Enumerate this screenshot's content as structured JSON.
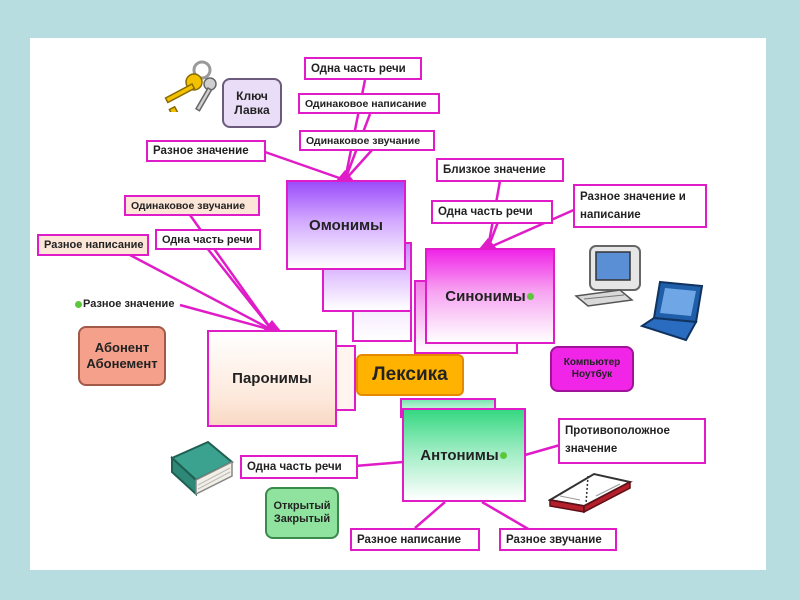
{
  "center": {
    "label": "Лексика"
  },
  "homonyms": {
    "label": "Омонимы",
    "one_part": "Одна часть речи",
    "same_spelling": "Одинаковое написание",
    "same_sound": "Одинаковое звучание",
    "diff_meaning": "Разное значение",
    "example": [
      "Ключ",
      "Лавка"
    ]
  },
  "synonyms": {
    "label": "Синонимы",
    "close_meaning": "Близкое значение",
    "one_part": "Одна часть речи",
    "diff_meaning_spelling": "Разное значение и написание",
    "example": [
      "Компьютер",
      "Ноутбук"
    ]
  },
  "paronyms": {
    "label": "Паронимы",
    "same_sound": "Одинаковое звучание",
    "one_part": "Одна часть речи",
    "diff_spelling": "Разное написание",
    "diff_meaning": "Разное значение",
    "example": [
      "Абонент",
      "Абонемент"
    ]
  },
  "antonyms": {
    "label": "Антонимы",
    "opposite": "Противоположное значение",
    "one_part": "Одна часть речи",
    "diff_spelling": "Разное написание",
    "diff_sound": "Разное звучание",
    "example": [
      "Открытый",
      "Закрытый"
    ]
  },
  "colors": {
    "outline": "#e01cc8",
    "homonyms": "#9b4dfa",
    "synonyms": "#f025e8",
    "antonyms": "#36d882",
    "center": "#ffb300",
    "slide_bg": "#b7dde0"
  },
  "icons": [
    "keys-icon",
    "desktop-computer-icon",
    "laptop-icon",
    "book-icon",
    "open-notebook-icon"
  ]
}
